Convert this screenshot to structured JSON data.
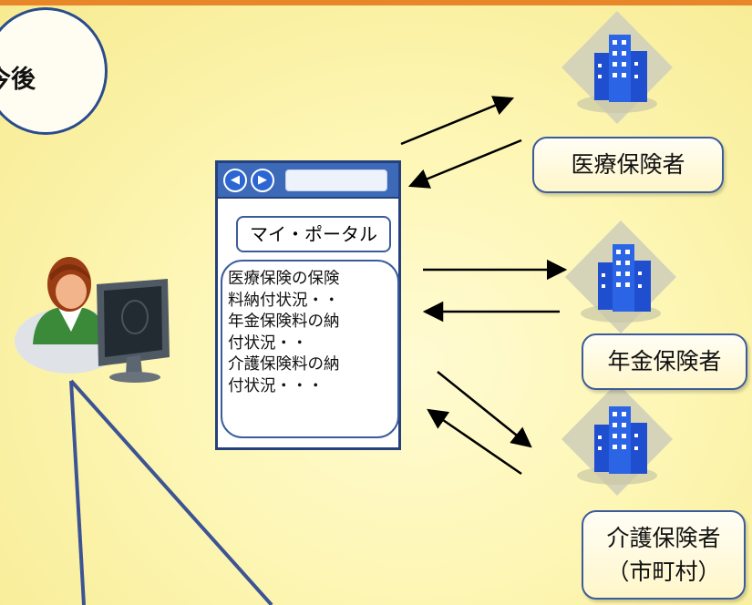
{
  "bubble": {
    "text": "今後"
  },
  "portal": {
    "title": "マイ・ポータル",
    "content_lines": [
      "医療保険の保険",
      "料納付状況・・",
      "年金保険料の納",
      "付状況・・",
      "介護保険料の納",
      "付状況・・・"
    ]
  },
  "insurers": {
    "medical": {
      "label": "医療保険者"
    },
    "pension": {
      "label": "年金保険者"
    },
    "care": {
      "label_line1": "介護保険者",
      "label_line2": "（市町村）"
    }
  },
  "icons": {
    "person": "person-at-computer-icon",
    "building": "office-building-icon",
    "nav_back": "nav-back-icon",
    "nav_forward": "nav-forward-icon"
  },
  "colors": {
    "top_bar": "#e8872a",
    "border_blue": "#3b5c9b",
    "titlebar_blue": "#3c6ab8",
    "background": "#fdf6b4"
  }
}
